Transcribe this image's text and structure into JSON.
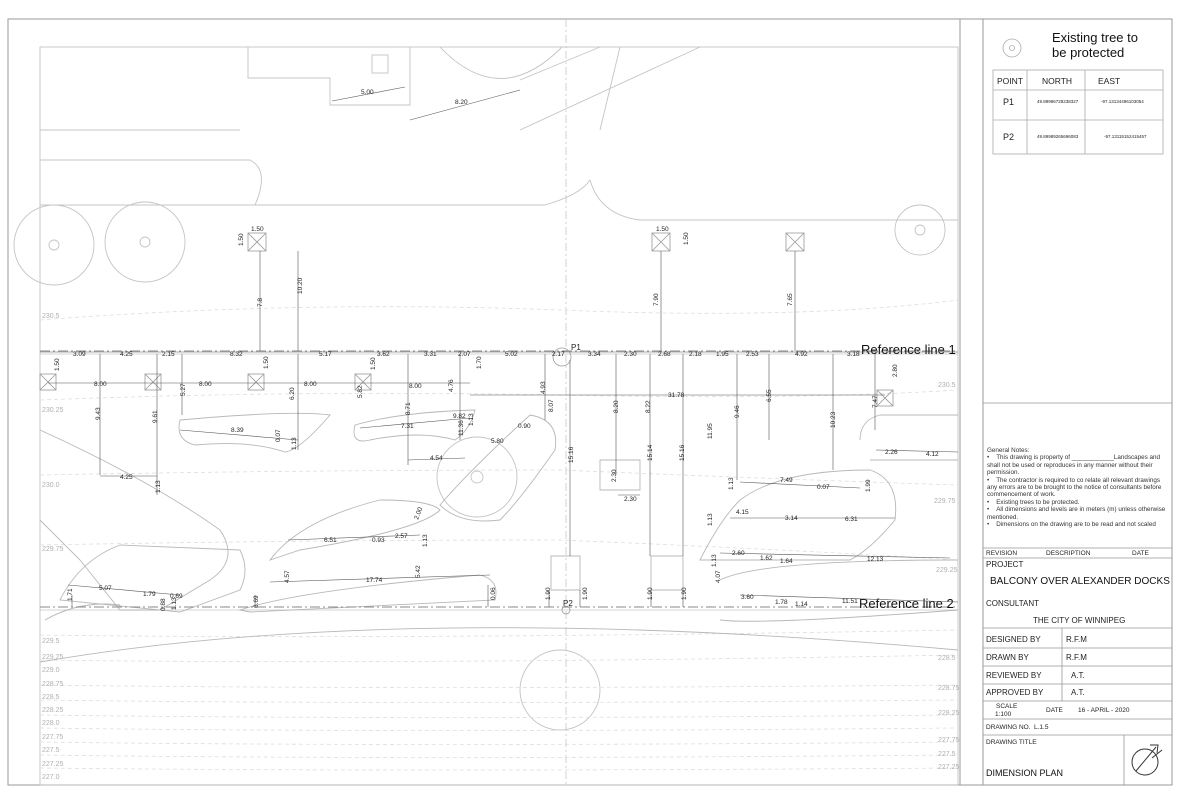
{
  "drawing": {
    "reference_lines": [
      "Reference line 1",
      "Reference line 2"
    ],
    "points": [
      "P1",
      "P2"
    ],
    "dimensions_top": [
      "5.00",
      "8.20",
      "1.50",
      "1.50",
      "7.8",
      "10.20",
      "7.90",
      "1.50",
      "1.50",
      "7.65"
    ],
    "dimensions_ref1": [
      "3.09",
      "4.25",
      "2.15",
      "8.32",
      "5.17",
      "3.62",
      "3.31",
      "2.07",
      "5.02",
      "2.17",
      "3.34",
      "2.30",
      "2.68",
      "2.18",
      "1.95",
      "2.53",
      "4.92",
      "3.18"
    ],
    "dimensions_mid": [
      "1.50",
      "8.00",
      "8.00",
      "8.00",
      "8.00",
      "5.27",
      "1.50",
      "6.20",
      "5.82",
      "1.50",
      "4.76",
      "1.70",
      "4.93",
      "31.78",
      "2.80",
      "7.47",
      "9.43",
      "9.61",
      "8.71",
      "8.07",
      "8.20",
      "8.22",
      "6.55",
      "9.46",
      "10.23",
      "8.39",
      "0.07",
      "1.13",
      "7.31",
      "9.82",
      "1.13",
      "11.36",
      "5.80",
      "0.90",
      "11.95",
      "2.26",
      "4.12",
      "4.54",
      "15.16",
      "15.14",
      "15.16",
      "4.25",
      "1.13",
      "2.30",
      "2.30",
      "7.49",
      "0.07",
      "1.99",
      "1.13"
    ],
    "dimensions_lower": [
      "4.15",
      "3.14",
      "6.31",
      "1.13",
      "6.51",
      "0.93",
      "2.57",
      "1.13",
      "2.00",
      "2.60",
      "1.62",
      "1.64",
      "12.13",
      "4.57",
      "17.74",
      "5.42",
      "4.07",
      "1.13",
      "5.07",
      "1.79",
      "0.69",
      "0.88",
      "1.13",
      "1.71",
      "6.69",
      "0.06",
      "1.90",
      "1.90",
      "1.90",
      "1.90",
      "3.60",
      "1.78",
      "1.14",
      "11.51"
    ],
    "contours": [
      "230.5",
      "230.25",
      "230.0",
      "229.75",
      "229.5",
      "229.25",
      "229.0",
      "228.75",
      "228.5",
      "228.25",
      "228.0",
      "227.75",
      "227.5",
      "227.25",
      "227.0",
      "230.5",
      "229.75",
      "229.25",
      "228.75",
      "228.5",
      "228.25",
      "227.75",
      "227.5",
      "227.25"
    ]
  },
  "legend": {
    "title_line1": "Existing tree to",
    "title_line2": "be protected",
    "icon": "tree-symbol-icon"
  },
  "coordinates": {
    "headers": [
      "POINT",
      "NORTH",
      "EAST"
    ],
    "rows": [
      {
        "point": "P1",
        "north": "49.89996728238327",
        "east": "-97.13134496103054"
      },
      {
        "point": "P2",
        "north": "49.89989265696083",
        "east": "-97.13115152415457"
      }
    ]
  },
  "notes": {
    "title": "General Notes:",
    "items": [
      "This drawing is property of ____________Landscapes and shall not be used or reproduces in any manner without their permission.",
      "The contractor is required to co relate all relevant drawings any errors are to be brought to the notice of consultants before commencement of work.",
      "Existing trees to be protected.",
      "All dimensions and levels are in meters (m) unless otherwise mentioned.",
      "Dimensions on the drawing are to be read and not scaled"
    ]
  },
  "titleblock": {
    "revision": "REVISION",
    "description": "DESCRIPTION",
    "date_header": "DATE",
    "project_label": "PROJECT",
    "project_name": "BALCONY OVER ALEXANDER DOCKS",
    "consultant_label": "CONSULTANT",
    "consultant_name": "THE CITY OF WINNIPEG",
    "designed_by_label": "DESIGNED BY",
    "designed_by": "R.F.M",
    "drawn_by_label": "DRAWN  BY",
    "drawn_by": "R.F.M",
    "reviewed_by_label": "REVIEWED BY",
    "reviewed_by": "A.T.",
    "approved_by_label": "APPROVED BY",
    "approved_by": "A.T.",
    "scale_label": "SCALE",
    "scale": "1:100",
    "date_label": "DATE",
    "date": "16 - APRIL - 2020",
    "drawing_no_label": "DRAWING NO.",
    "drawing_no": "L.1.5",
    "drawing_title_label": "DRAWING TITLE",
    "drawing_title": "DIMENSION PLAN",
    "north_icon": "north-arrow-icon"
  }
}
